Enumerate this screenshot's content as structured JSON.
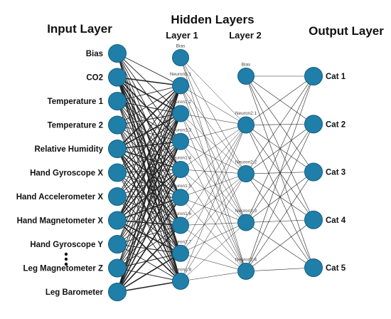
{
  "titles": {
    "hidden_layers": "Hidden Layers",
    "input_layer": "Input Layer",
    "layer1": "Layer 1",
    "layer2": "Layer 2",
    "output_layer": "Output Layer"
  },
  "input_nodes": [
    "Bias",
    "CO2",
    "Temperature 1",
    "Temperature 2",
    "Relative Humidity",
    "Hand Gyroscope X",
    "Hand Accelerometer X",
    "Hand Magnetometer X",
    "Hand Gyroscope Y",
    "Leg Magnetometer Z",
    "Leg Barometer"
  ],
  "layer1_nodes": [
    "Bias",
    "Neuron1:1",
    "Neuron1:2",
    "Neuron1:3",
    "Neuron1:4",
    "Neuron1:5",
    "Neuron1:6",
    "Neuron1:7",
    "Neuron1:8"
  ],
  "layer2_nodes": [
    "Bias",
    "Neuron2:1",
    "Neuron2:2",
    "Neuron2:3",
    "Neuron2:4"
  ],
  "output_nodes": [
    "Cat 1",
    "Cat 2",
    "Cat 3",
    "Cat 4",
    "Cat 5"
  ],
  "colors": {
    "node_fill": "#1f7fa8",
    "edge": "#222222"
  }
}
